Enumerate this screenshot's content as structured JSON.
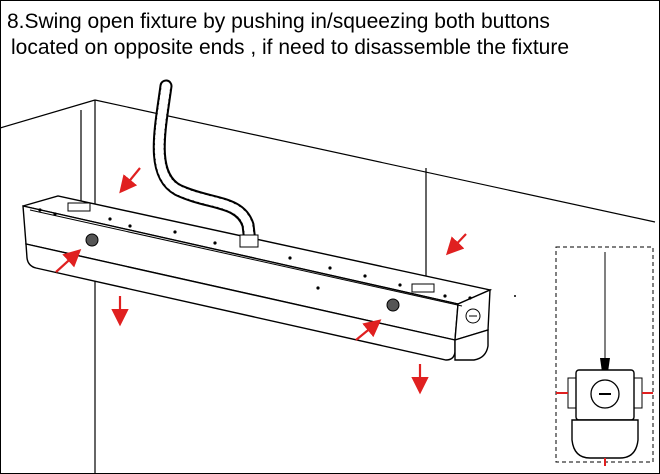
{
  "instruction": {
    "line1": "8.Swing open fixture by pushing in/squeezing both buttons",
    "line2": "located on opposite ends , if need to disassemble the fixture"
  },
  "colors": {
    "arrow": "#e02020",
    "line": "#000000",
    "background": "#ffffff"
  },
  "icons": [
    "release-arrow",
    "drop-arrow",
    "flexible-conduit",
    "suspension-cable",
    "release-button"
  ]
}
